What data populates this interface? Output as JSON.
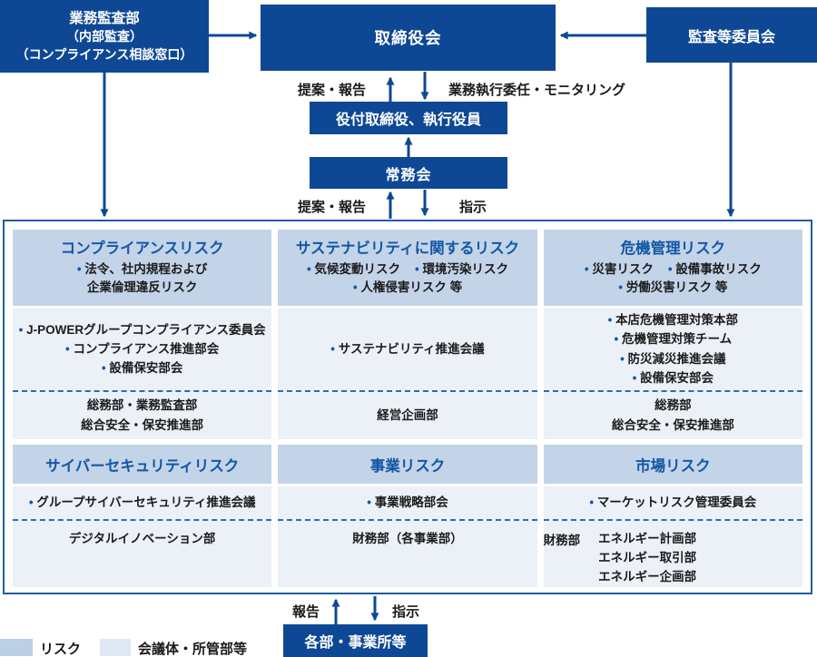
{
  "colors": {
    "primary_navy": "#0e4894",
    "risk_header_bg": "#c3d3e8",
    "body_bg": "#ecf1f8",
    "risk_title_blue": "#1257a6",
    "container_border": "#1f5ca8",
    "legend_risk_swatch": "#bccfe5",
    "legend_org_swatch": "#dfe8f3"
  },
  "top": {
    "audit_dept_line1": "業務監査部",
    "audit_dept_line2": "（内部監査）",
    "audit_dept_line3": "（コンプライアンス相談窓口）",
    "board": "取締役会",
    "audit_committee": "監査等委員会"
  },
  "middle": {
    "executives": "役付取締役、執行役員",
    "management_meeting": "常務会"
  },
  "flow_labels": {
    "proposal_report_top": "提案・報告",
    "delegation_monitoring": "業務執行委任・モニタリング",
    "proposal_report_mid": "提案・報告",
    "instruction_mid": "指示",
    "report_bottom": "報告",
    "instruction_bottom": "指示"
  },
  "risks": [
    {
      "title": "コンプライアンスリスク",
      "items": [
        "法令、社内規程および",
        "企業倫理違反リスク"
      ],
      "committees": [
        "J-POWERグループコンプライアンス委員会",
        "コンプライアンス推進部会",
        "設備保安部会"
      ],
      "departments": [
        "総務部・業務監査部",
        "総合安全・保安推進部"
      ]
    },
    {
      "title": "サステナビリティに関するリスク",
      "items": [
        "気候変動リスク",
        "環境汚染リスク",
        "人権侵害リスク 等"
      ],
      "committees": [
        "サステナビリティ推進会議"
      ],
      "departments": [
        "経営企画部"
      ]
    },
    {
      "title": "危機管理リスク",
      "items": [
        "災害リスク",
        "設備事故リスク",
        "労働災害リスク 等"
      ],
      "committees": [
        "本店危機管理対策本部",
        "危機管理対策チーム",
        "防災減災推進会議",
        "設備保安部会"
      ],
      "departments": [
        "総務部",
        "総合安全・保安推進部"
      ]
    },
    {
      "title": "サイバーセキュリティリスク",
      "committees": [
        "グループサイバーセキュリティ推進会議"
      ],
      "departments": [
        "デジタルイノベーション部"
      ]
    },
    {
      "title": "事業リスク",
      "committees": [
        "事業戦略部会"
      ],
      "departments": [
        "財務部（各事業部）"
      ]
    },
    {
      "title": "市場リスク",
      "committees": [
        "マーケットリスク管理委員会"
      ],
      "dept_label": "財務部",
      "departments": [
        "エネルギー計画部",
        "エネルギー取引部",
        "エネルギー企画部"
      ]
    }
  ],
  "bottom_box": "各部・事業所等",
  "legend": {
    "risk_label": "リスク",
    "org_label": "会議体・所管部等"
  }
}
